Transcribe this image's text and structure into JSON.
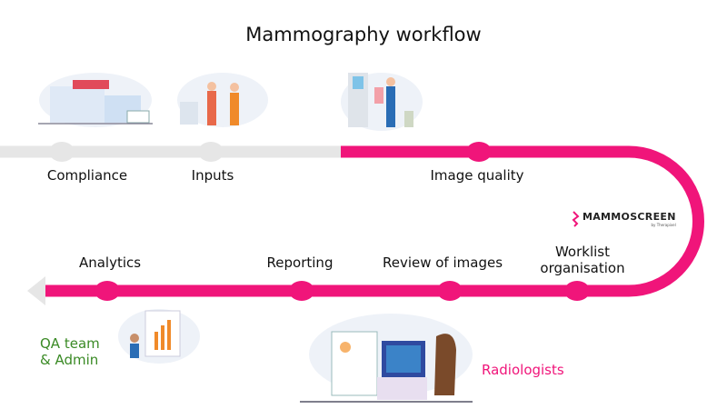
{
  "title": "Mammography workflow",
  "colors": {
    "accent": "#f0157a",
    "inactive": "#e6e6e6",
    "qa": "#3a8a25"
  },
  "top_steps": [
    {
      "label": "Compliance",
      "active": false
    },
    {
      "label": "Inputs",
      "active": false
    },
    {
      "label": "Image quality",
      "active": true
    }
  ],
  "bottom_steps": [
    {
      "label": "Analytics"
    },
    {
      "label": "Reporting"
    },
    {
      "label": "Review of images"
    },
    {
      "label": "Worklist organisation"
    }
  ],
  "logo": {
    "name": "MAMMOSCREEN",
    "by": "by Therapixel"
  },
  "roles": {
    "qa": "QA team & Admin",
    "radiologists": "Radiologists"
  }
}
